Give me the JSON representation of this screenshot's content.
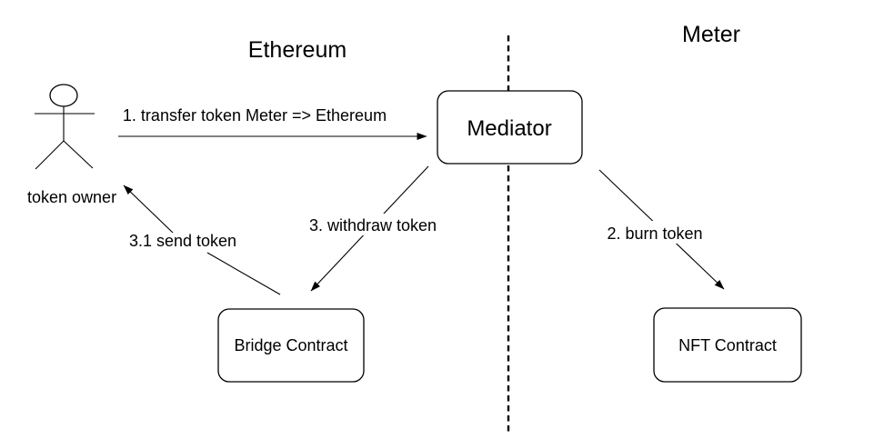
{
  "diagram": {
    "regions": {
      "left": {
        "title": "Ethereum"
      },
      "right": {
        "title": "Meter"
      }
    },
    "actor": {
      "label": "token owner"
    },
    "nodes": {
      "mediator": {
        "label": "Mediator"
      },
      "bridge": {
        "label": "Bridge Contract"
      },
      "nft": {
        "label": "NFT Contract"
      }
    },
    "edges": {
      "transfer": {
        "label": "1. transfer token Meter => Ethereum",
        "from": "token owner",
        "to": "Mediator"
      },
      "burn": {
        "label": "2. burn token",
        "from": "Mediator",
        "to": "NFT Contract"
      },
      "withdraw": {
        "label": "3. withdraw token",
        "from": "Mediator",
        "to": "Bridge Contract"
      },
      "send": {
        "label": "3.1 send token",
        "from": "Bridge Contract",
        "to": "token owner"
      }
    },
    "colors": {
      "stroke": "#000000",
      "background": "#ffffff"
    }
  }
}
